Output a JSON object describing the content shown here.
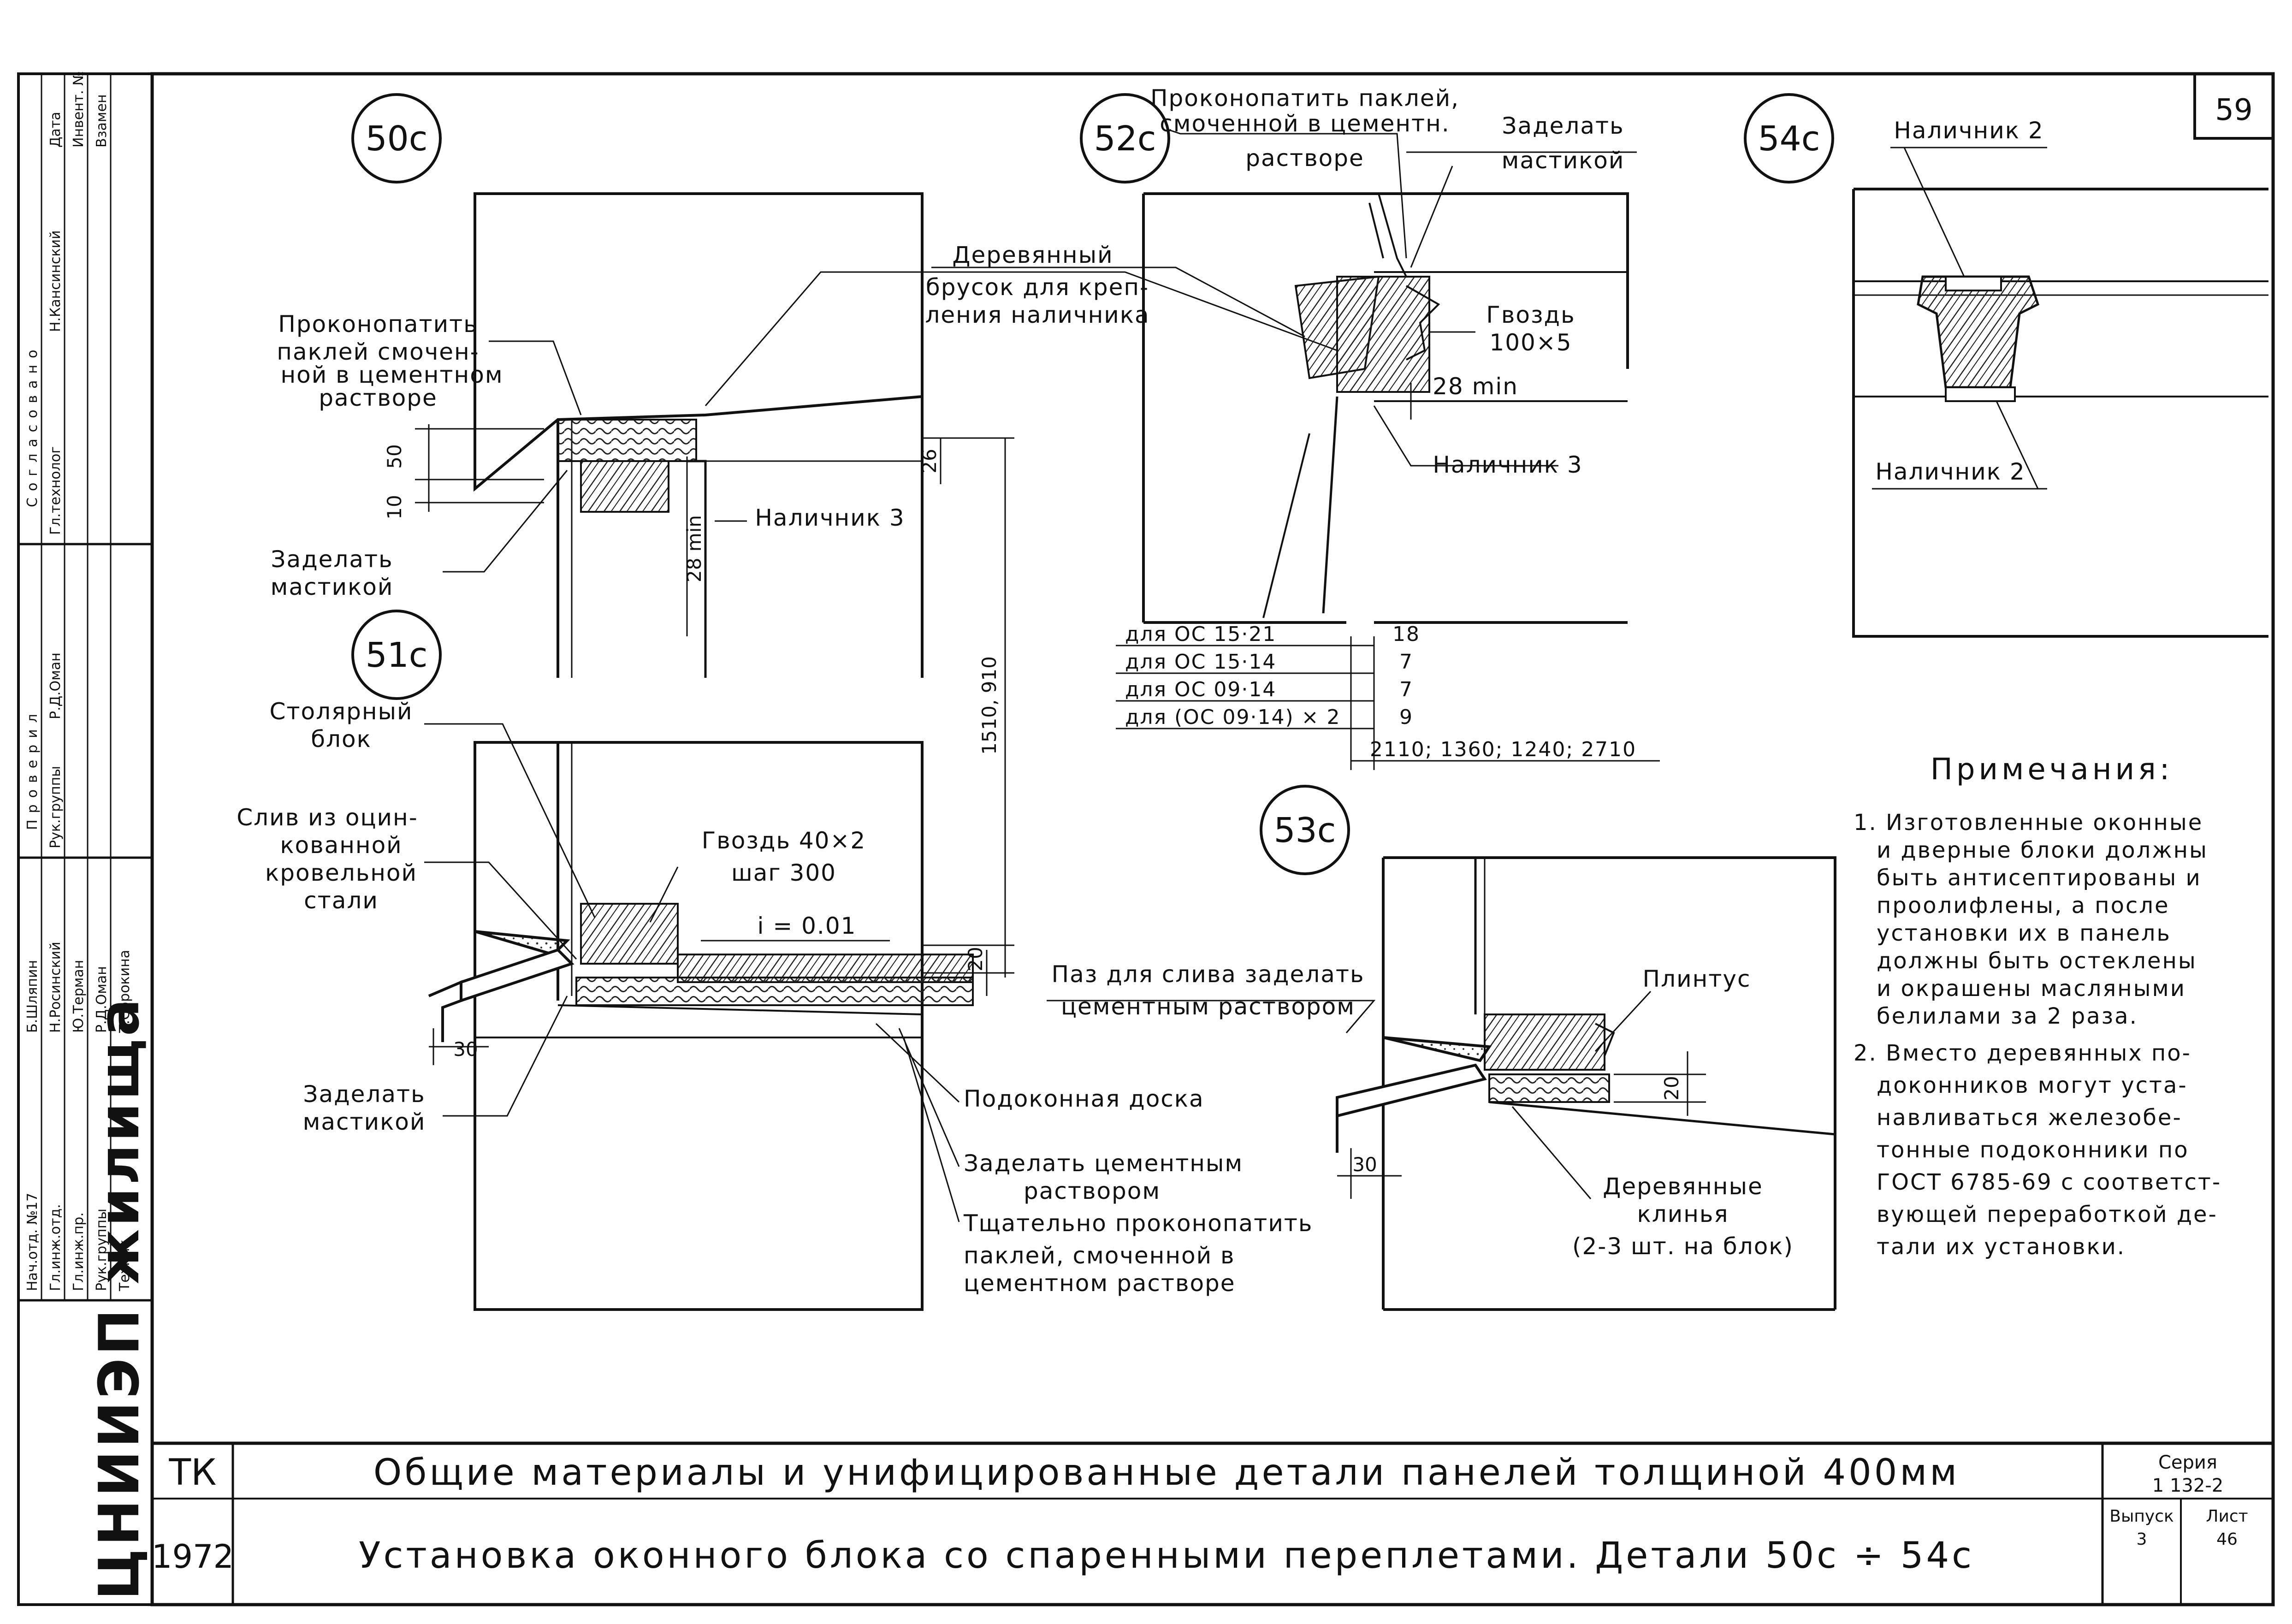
{
  "sheet_number": "59",
  "details": {
    "d50c": {
      "tag": "50с",
      "caulk_label": [
        "Проконопатить",
        "паклей смочен-",
        "ной в цементном",
        "растворе"
      ],
      "mastic_label": [
        "Заделать",
        "мастикой"
      ],
      "trim_label": "Наличник 3",
      "dim_50": "50",
      "dim_10": "10",
      "dim_26": "26",
      "dim_28min": "28 min"
    },
    "d51c": {
      "tag": "51с",
      "joinery_label": [
        "Столярный",
        "блок"
      ],
      "drip_label": [
        "Слив из оцин-",
        "кованной",
        "кровельной",
        "стали"
      ],
      "nail_label": [
        "Гвоздь 40×2",
        "шаг 300"
      ],
      "slope_label": "i = 0.01",
      "dim_1510": "1510, 910",
      "dim_20": "20",
      "dim_30": "30",
      "mastic_label": [
        "Заделать",
        "мастикой"
      ],
      "groove_label": [
        "Паз для слива заделать",
        "цементным раствором"
      ],
      "sill_label": "Подоконная доска",
      "mortar_label": [
        "Заделать цементным",
        "раствором"
      ],
      "careful_caulk_label": [
        "Тщательно проконопатить",
        "паклей, смоченной в",
        "цементном растворе"
      ]
    },
    "d52c": {
      "tag": "52с",
      "caulk_label": [
        "Проконопатить паклей,",
        "смоченной в цементн.",
        "растворе"
      ],
      "mastic_label": [
        "Заделать",
        "мастикой"
      ],
      "block_label": [
        "Деревянный",
        "брусок для креп-",
        "ления наличника"
      ],
      "nail_label": [
        "Гвоздь",
        "100×5"
      ],
      "dim_28min": "28 min",
      "trim_label": "Наличник 3",
      "table_rows": [
        {
          "label": "для ОС 15·21",
          "value": "18"
        },
        {
          "label": "для ОС 15·14",
          "value": "7"
        },
        {
          "label": "для ОС 09·14",
          "value": "7"
        },
        {
          "label": "для (ОС 09·14) × 2",
          "value": "9"
        }
      ],
      "table_bottom": "2110; 1360; 1240; 2710"
    },
    "d53c": {
      "tag": "53с",
      "plinth_label": "Плинтус",
      "dim_20": "20",
      "dim_30": "30",
      "wedges_label": [
        "Деревянные",
        "клинья",
        "(2-3 шт. на блок)"
      ]
    },
    "d54c": {
      "tag": "54с",
      "trim_top_label": "Наличник 2",
      "trim_bottom_label": "Наличник 2"
    }
  },
  "notes": {
    "heading": "Примечания:",
    "items": [
      [
        "1. Изготовленные оконные",
        "и дверные блоки должны",
        "быть антисептированы и",
        "проолифлены, а после",
        "установки их в панель",
        "должны быть остеклены",
        "и окрашены масляными",
        "белилами за 2 раза."
      ],
      [
        "2. Вместо деревянных по-",
        "доконников могут уста-",
        "навливаться железобе-",
        "тонные подоконники по",
        "ГОСТ 6785-69 с соответст-",
        "вующей переработкой де-",
        "тали их установки."
      ]
    ]
  },
  "title_block": {
    "code": "ТК",
    "year": "1972",
    "title_line1": "Общие материалы и унифицированные детали панелей толщиной 400мм",
    "title_line2": "Установка оконного блока со спаренными переплетами. Детали 50с ÷ 54с",
    "series_label": "Серия",
    "series_value": "1 132-2",
    "issue_label": "Выпуск",
    "issue_value": "3",
    "sheet_label": "Лист",
    "sheet_value": "46",
    "org_logo": "ЦНИИЭП жилища"
  },
  "side_stamp": {
    "agreed": "Согласовано",
    "checked": "Проверил",
    "columns_top": [
      "Дата",
      "Инвент. №",
      "Взамен"
    ],
    "roles": [
      "Нач.отд. №17",
      "Гл.инж.отд.",
      "Гл.инж.пр.",
      "Рук.группы",
      "Техник"
    ],
    "names": [
      "Б.Шляпин",
      "Н.Росинский",
      "Ю.Терман",
      "Р.Д.Оман",
      "Т.Сорокина"
    ],
    "agreed_roles": [
      "Гл.технолог",
      "Н.Кансинский"
    ],
    "checked_roles": [
      "Рук.группы",
      "Р.Д.Оман"
    ]
  }
}
